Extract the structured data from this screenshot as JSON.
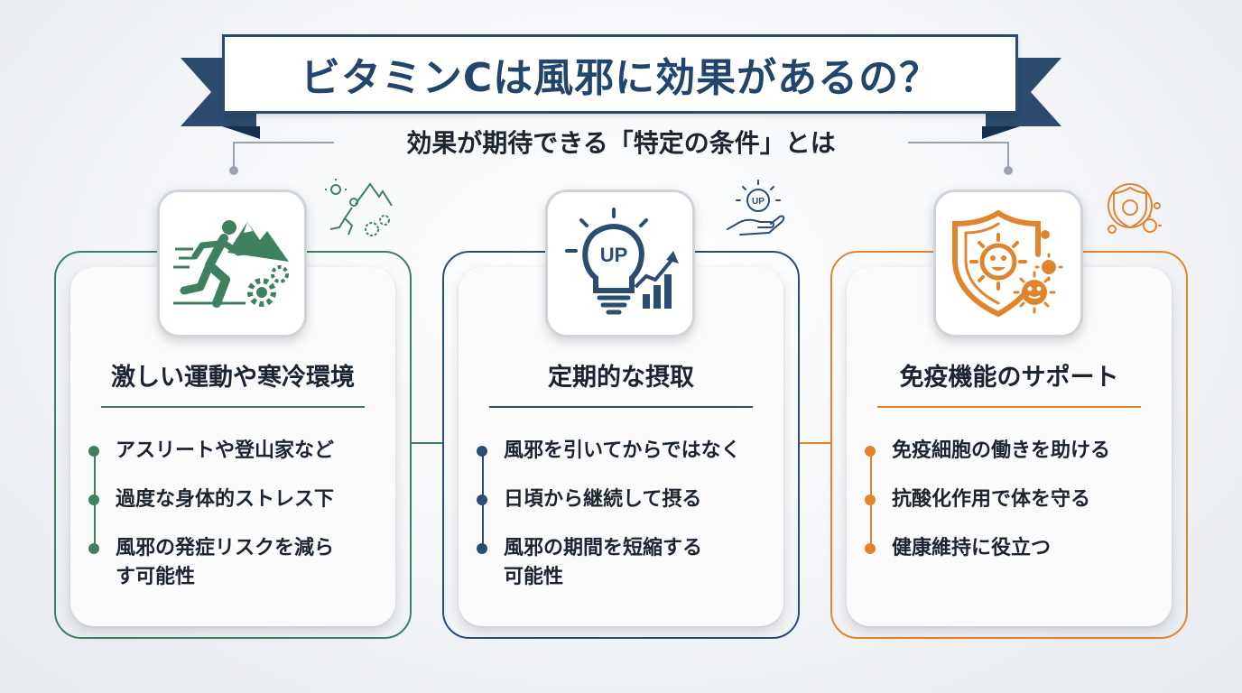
{
  "title": "ビタミンCは風邪に効果があるの？",
  "subtitle": "効果が期待できる「特定の条件」とは",
  "colors": {
    "green": "#3e8060",
    "blue": "#2b4d72",
    "orange": "#e0852e",
    "banner": "#2c4a6e"
  },
  "cards": [
    {
      "title": "激しい運動や寒冷環境",
      "icon": "runner-mountain-gears-icon",
      "bullets": [
        "アスリートや登山家など",
        "過度な身体的ストレス下",
        "風邪の発症リスクを減ら\nす可能性"
      ]
    },
    {
      "title": "定期的な摂取",
      "icon": "lightbulb-up-growth-icon",
      "icon_text": "UP",
      "mini_icon_text": "UP",
      "bullets": [
        "風邪を引いてからではなく",
        "日頃から継続して摂る",
        "風邪の期間を短縮する\n可能性"
      ]
    },
    {
      "title": "免疫機能のサポート",
      "icon": "shield-virus-icon",
      "bullets": [
        "免疫細胞の働きを助ける",
        "抗酸化作用で体を守る",
        "健康維持に役立つ"
      ]
    }
  ]
}
